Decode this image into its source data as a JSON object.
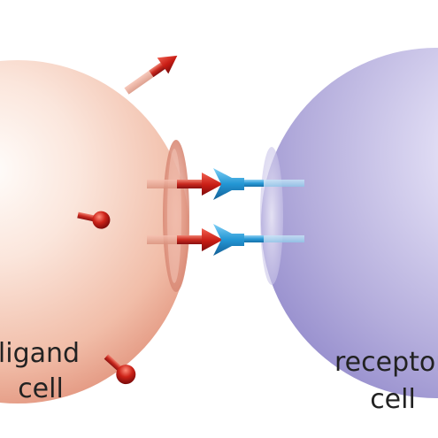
{
  "ligand_cell": {
    "label_line1": "ligand",
    "label_line2": "cell",
    "color": "#e8a090"
  },
  "receptor_cell": {
    "label_line1": "receptor",
    "label_line2": "cell",
    "color": "#a9a2d6"
  },
  "ligand_color": "#c41e1e",
  "receptor_color": "#2a9ad6",
  "bound_pairs": 2,
  "free_ligands": 3
}
